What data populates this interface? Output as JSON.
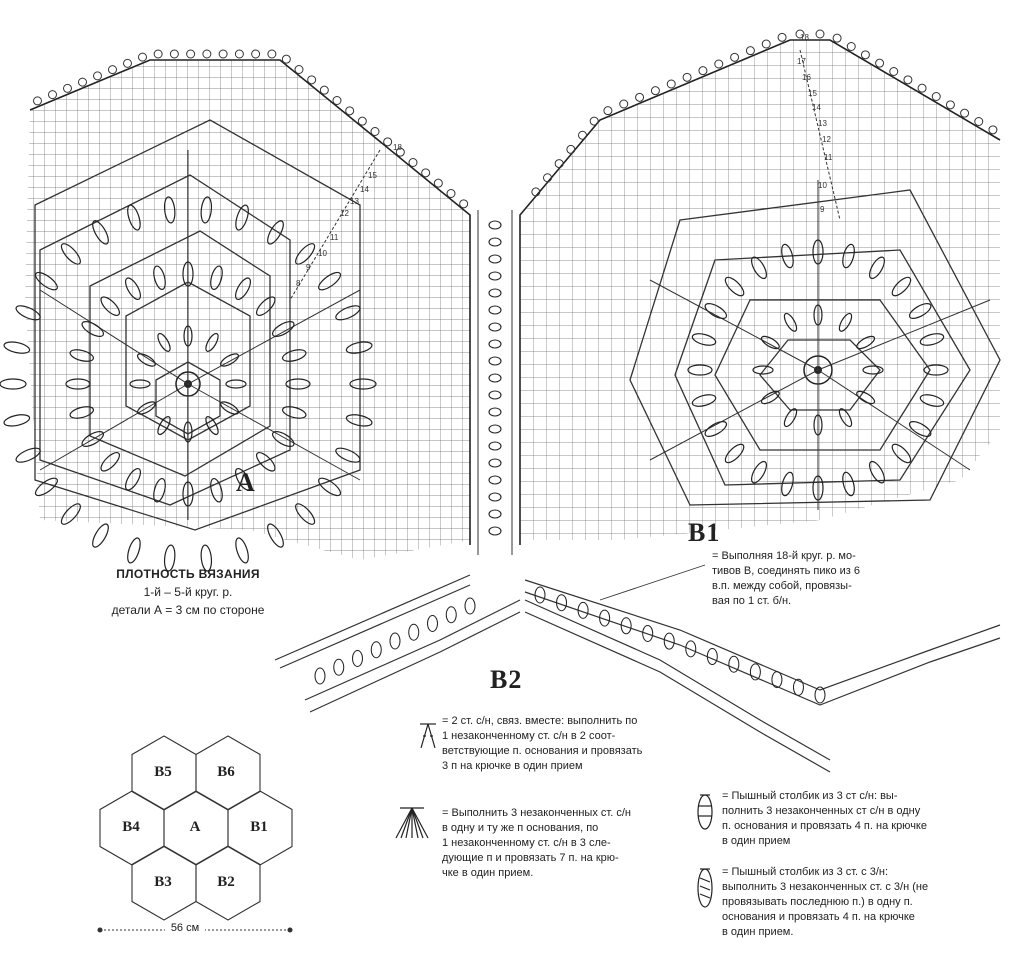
{
  "motif_labels": {
    "a": "A",
    "b1": "B1",
    "b2": "B2"
  },
  "density_box": {
    "title": "ПЛОТНОСТЬ ВЯЗАНИЯ",
    "line1": "1-й – 5-й круг. р.",
    "line2": "детали А = 3 см по стороне"
  },
  "legend": {
    "b1_join": [
      "= Выполняя 18-й круг. р. мо-",
      "тивов В, соединять пико из 6",
      "в.п. между собой, провязы-",
      "вая по 1 ст. б/н."
    ],
    "dc2tog": [
      "= 2 ст. с/н, связ. вместе: выполнить по",
      "1 незаконченному ст. с/н в 2 соот-",
      "ветствующие п. основания и провязать",
      "3 п  на крючке в один прием"
    ],
    "cluster7": [
      "= Выполнить 3 незаконченных ст. с/н",
      "в одну и ту же п  основания, по",
      "1 незаконченному ст. с/н в 3 сле-",
      "дующие п  и провязать 7 п. на крю-",
      "чке в один прием."
    ],
    "puff3dc": [
      "= Пышный столбик из 3 ст  с/н: вы-",
      "полнить 3 незаконченных ст с/н в одну",
      "п. основания и провязать 4 п. на крючке",
      "в один прием"
    ],
    "puff3tr": [
      "= Пышный столбик из 3 ст. с 3/н:",
      "выполнить 3 незаконченных ст. с 3/н (не",
      "провязывать последнюю п.) в одну п.",
      "основания и провязать 4 п. на крючке",
      "в один прием."
    ]
  },
  "layout_diagram": {
    "cells": [
      "B5",
      "B6",
      "B4",
      "A",
      "B1",
      "B3",
      "B2"
    ],
    "dimension": "56 см"
  },
  "row_numbers_a": [
    "18",
    "15",
    "14",
    "13",
    "12",
    "11",
    "10",
    "9",
    "8"
  ],
  "row_numbers_b": [
    "18",
    "17",
    "16",
    "15",
    "14",
    "13",
    "12",
    "11",
    "10",
    "9"
  ]
}
